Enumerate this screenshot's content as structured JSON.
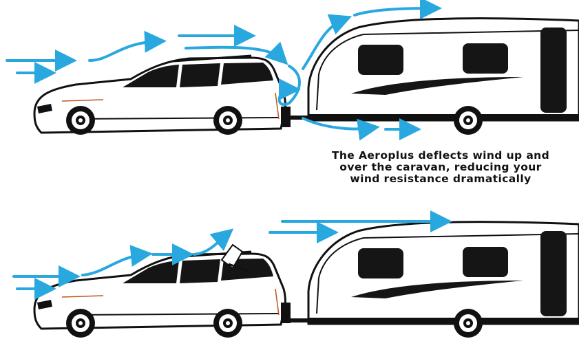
{
  "caption": {
    "line1": "The Aeroplus deflects wind up and",
    "line2": "over the caravan, reducing your",
    "line3": "wind resistance dramatically"
  },
  "colors": {
    "airflow": "#29a8e0",
    "outline": "#111111",
    "window": "#151515",
    "car_body": "#ffffff",
    "trim_accent": "#c0531b"
  },
  "icons": {
    "airflow": "arrow-right",
    "vehicle": "car",
    "trailer": "caravan",
    "deflector": "aeroplus-deflector"
  },
  "scenes": [
    {
      "name": "without-deflector",
      "airflow": "turbulent"
    },
    {
      "name": "with-aeroplus-deflector",
      "airflow": "smooth"
    }
  ]
}
